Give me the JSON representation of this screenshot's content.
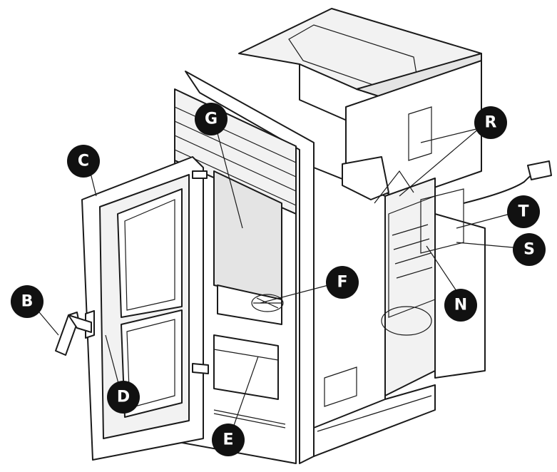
{
  "diagram": {
    "callouts": [
      {
        "id": "C",
        "label": "C"
      },
      {
        "id": "B",
        "label": "B"
      },
      {
        "id": "D",
        "label": "D"
      },
      {
        "id": "G",
        "label": "G"
      },
      {
        "id": "F",
        "label": "F"
      },
      {
        "id": "E",
        "label": "E"
      },
      {
        "id": "R",
        "label": "R"
      },
      {
        "id": "T",
        "label": "T"
      },
      {
        "id": "S",
        "label": "S"
      },
      {
        "id": "N",
        "label": "N"
      }
    ]
  }
}
